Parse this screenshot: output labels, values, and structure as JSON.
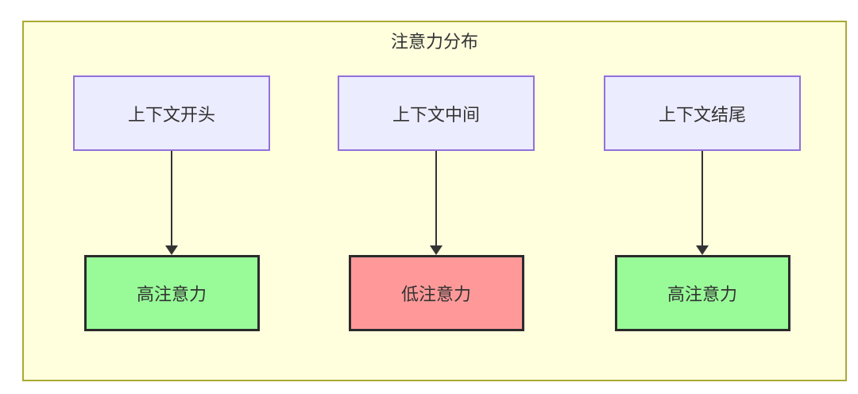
{
  "diagram": {
    "title": "注意力分布",
    "type": "flowchart",
    "colors": {
      "canvas_bg": "#ffffde",
      "canvas_border": "#aaaa33",
      "source_fill": "#ececff",
      "source_border": "#9370db",
      "target_border": "#2b2b2b",
      "high_fill": "#98fb98",
      "low_fill": "#ff9999",
      "line": "#333333",
      "text": "#333333"
    },
    "flows": [
      {
        "source": "上下文开头",
        "target": "高注意力",
        "level": "high"
      },
      {
        "source": "上下文中间",
        "target": "低注意力",
        "level": "low"
      },
      {
        "source": "上下文结尾",
        "target": "高注意力",
        "level": "high"
      }
    ]
  }
}
